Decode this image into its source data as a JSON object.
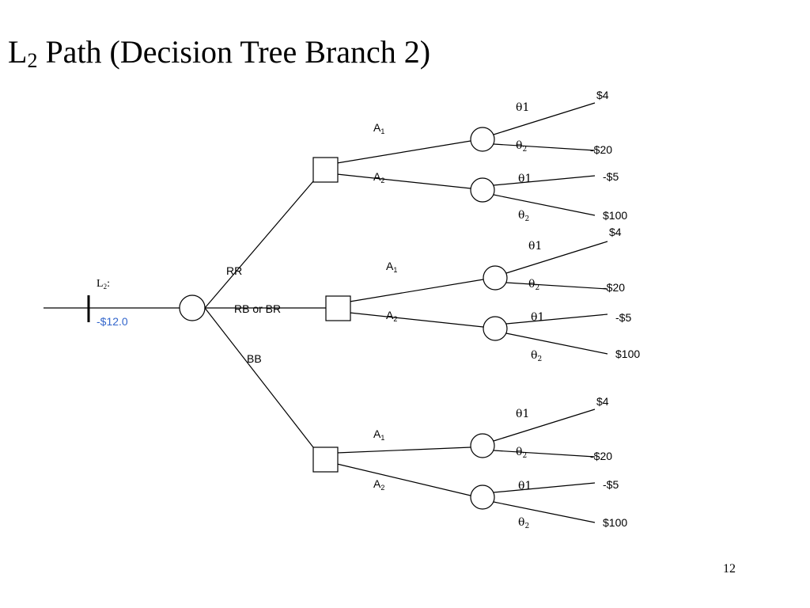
{
  "slide": {
    "title_main": "L",
    "title_sub": "2",
    "title_rest": " Path (Decision Tree Branch 2)",
    "page_number": "12"
  },
  "root": {
    "label": "L",
    "label_sub": "2",
    "label_suffix": ":",
    "value": "-$12.0",
    "value_color": "#3366cc"
  },
  "outcomes": [
    "RR",
    "RB or BR",
    "BB"
  ],
  "actions": [
    {
      "letter": "A",
      "index": "1"
    },
    {
      "letter": "A",
      "index": "2"
    }
  ],
  "states": [
    {
      "symbol": "θ",
      "index": "1"
    },
    {
      "symbol": "θ",
      "index": "2"
    }
  ],
  "payoffs": {
    "A1": [
      "$4",
      "-$20"
    ],
    "A2": [
      "-$5",
      "$100"
    ]
  },
  "colors": {
    "line": "#000000",
    "root_value": "#3366cc"
  }
}
